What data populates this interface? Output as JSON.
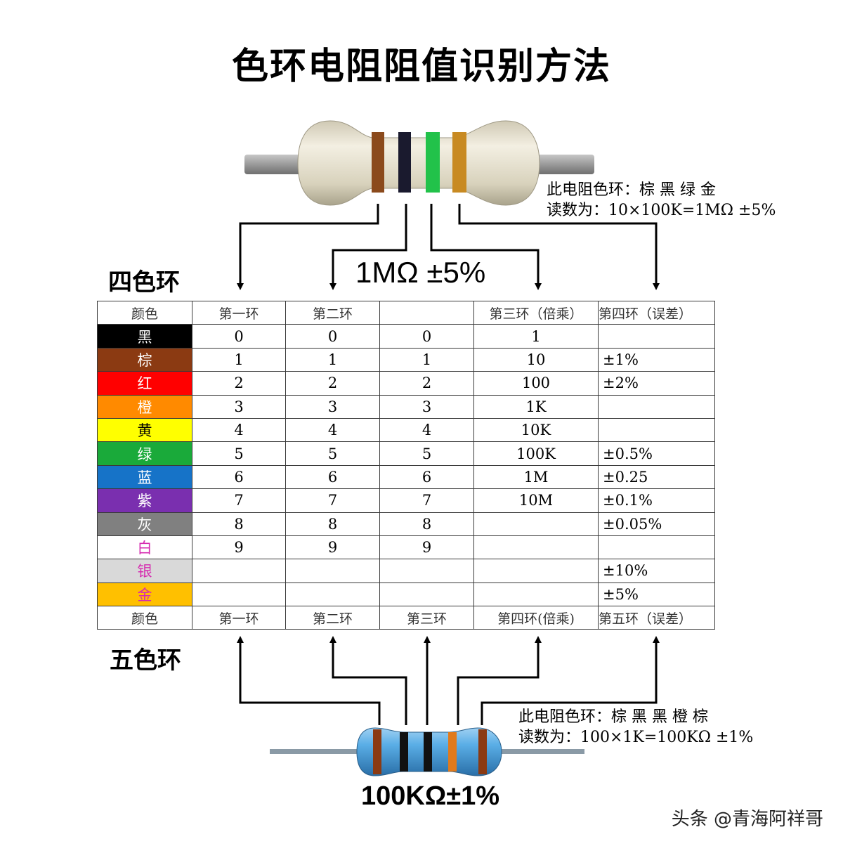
{
  "title": "色环电阻阻值识别方法",
  "four_band": {
    "label": "四色环",
    "value": "1MΩ ±5%",
    "note_line1": "此电阻色环：棕 黑 绿 金",
    "note_line2": "读数为：10×100K=1MΩ ±5%"
  },
  "five_band": {
    "label": "五色环",
    "value": "100KΩ±1%",
    "note_line1": "此电阻色环：棕 黑 黑 橙 棕",
    "note_line2": "读数为：100×1K=100KΩ ±1%"
  },
  "table": {
    "header_top": [
      "颜色",
      "第一环",
      "第二环",
      "",
      "第三环（倍乘）",
      "第四环（误差）"
    ],
    "header_bottom": [
      "颜色",
      "第一环",
      "第二环",
      "第三环",
      "第四环(倍乘)",
      "第五环（误差）"
    ],
    "rows": [
      {
        "name": "黑",
        "bg": "#000000",
        "fg": "#ffffff",
        "d1": "0",
        "d2": "0",
        "d3": "0",
        "mult": "1",
        "tol": ""
      },
      {
        "name": "棕",
        "bg": "#8b3a12",
        "fg": "#ffffff",
        "d1": "1",
        "d2": "1",
        "d3": "1",
        "mult": "10",
        "tol": "±1%"
      },
      {
        "name": "红",
        "bg": "#ff0000",
        "fg": "#ffffff",
        "d1": "2",
        "d2": "2",
        "d3": "2",
        "mult": "100",
        "tol": "±2%"
      },
      {
        "name": "橙",
        "bg": "#ff8a00",
        "fg": "#ffffff",
        "d1": "3",
        "d2": "3",
        "d3": "3",
        "mult": "1K",
        "tol": ""
      },
      {
        "name": "黄",
        "bg": "#ffff00",
        "fg": "#000000",
        "d1": "4",
        "d2": "4",
        "d3": "4",
        "mult": "10K",
        "tol": ""
      },
      {
        "name": "绿",
        "bg": "#1aaa3a",
        "fg": "#ffffff",
        "d1": "5",
        "d2": "5",
        "d3": "5",
        "mult": "100K",
        "tol": "±0.5%"
      },
      {
        "name": "蓝",
        "bg": "#1673c8",
        "fg": "#ffffff",
        "d1": "6",
        "d2": "6",
        "d3": "6",
        "mult": "1M",
        "tol": "±0.25"
      },
      {
        "name": "紫",
        "bg": "#7a2faf",
        "fg": "#ffffff",
        "d1": "7",
        "d2": "7",
        "d3": "7",
        "mult": "10M",
        "tol": "±0.1%"
      },
      {
        "name": "灰",
        "bg": "#808080",
        "fg": "#ffffff",
        "d1": "8",
        "d2": "8",
        "d3": "8",
        "mult": "",
        "tol": "±0.05%"
      },
      {
        "name": "白",
        "bg": "#ffffff",
        "fg": "#d62bb0",
        "d1": "9",
        "d2": "9",
        "d3": "9",
        "mult": "",
        "tol": ""
      },
      {
        "name": "银",
        "bg": "#d9d9d9",
        "fg": "#d62bb0",
        "d1": "",
        "d2": "",
        "d3": "",
        "mult": "",
        "tol": "±10%"
      },
      {
        "name": "金",
        "bg": "#ffc000",
        "fg": "#d62bb0",
        "d1": "",
        "d2": "",
        "d3": "",
        "mult": "",
        "tol": "±5%"
      }
    ]
  },
  "watermark": "头条 @青海阿祥哥"
}
